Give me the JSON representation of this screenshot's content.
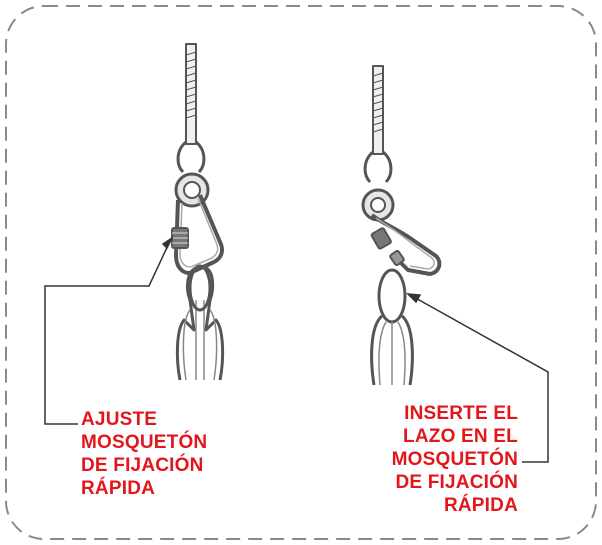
{
  "colors": {
    "callout_text": "#e3161b",
    "frame_border": "#8a8a8a",
    "hardware_stroke": "#555555",
    "hardware_fill": "#d9d9d9",
    "leader_line": "#333333"
  },
  "callouts": {
    "left": {
      "lines": [
        "AJUSTE",
        "MOSQUETÓN",
        "DE FIJACIÓN",
        "RÁPIDA"
      ]
    },
    "right": {
      "lines": [
        "INSERTE EL",
        "LAZO EN EL",
        "MOSQUETÓN",
        "DE FIJACIÓN",
        "RÁPIDA"
      ]
    }
  }
}
